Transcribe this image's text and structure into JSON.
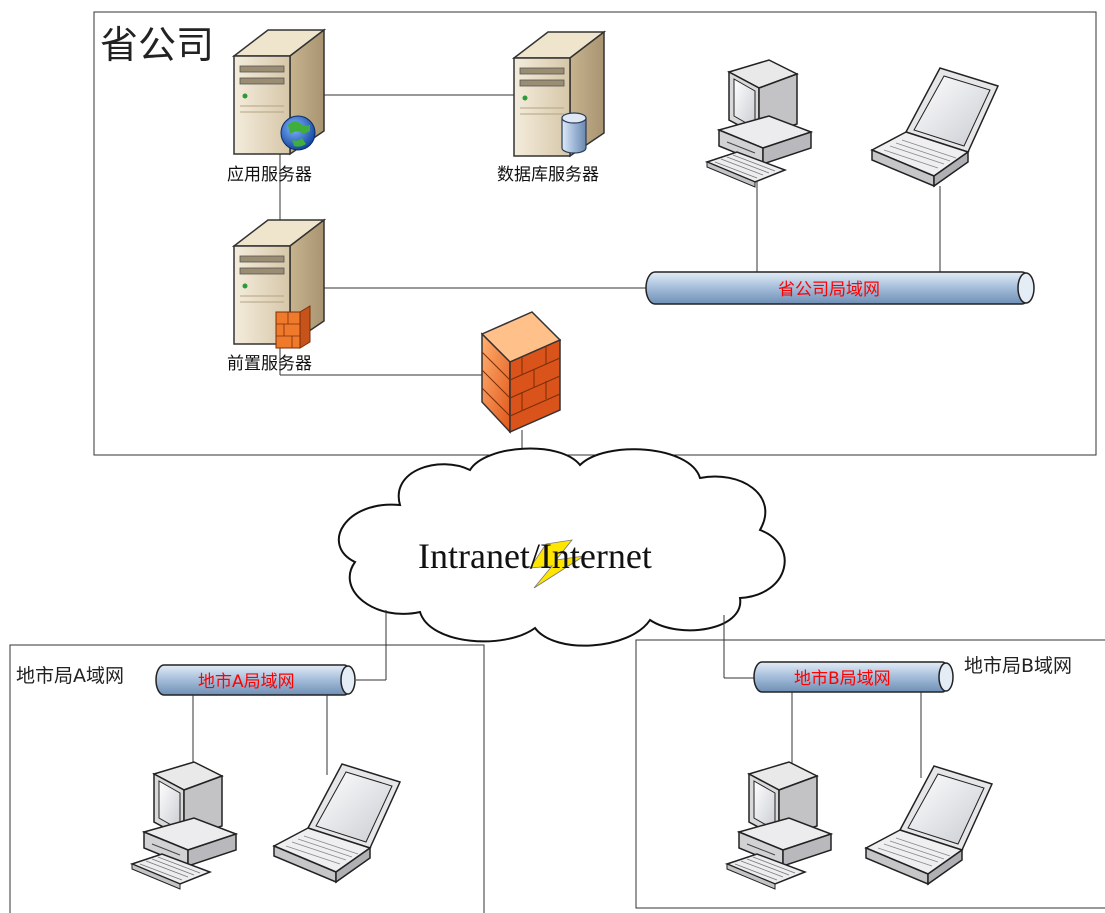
{
  "province": {
    "title": "省公司",
    "app_server_label": "应用服务器",
    "db_server_label": "数据库服务器",
    "front_server_label": "前置服务器",
    "lan_label": "省公司局域网"
  },
  "cloud": {
    "label": "Intranet/Internet"
  },
  "city_a": {
    "title": "地市局A域网",
    "lan_label": "地市A局域网"
  },
  "city_b": {
    "title": "地市局B域网",
    "lan_label": "地市B局域网"
  },
  "colors": {
    "lan_label": "#ff0000",
    "pipe_fill": "#a9c1dd",
    "firewall": "#f07a2c",
    "server_body": "#e8dcc4",
    "bolt": "#ffe600"
  }
}
